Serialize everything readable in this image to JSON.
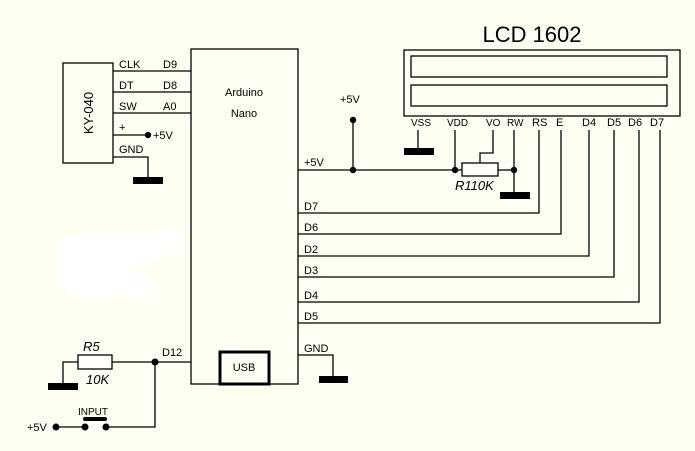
{
  "diagram": {
    "type": "electrical-schematic",
    "background": "#fffff4"
  },
  "encoder": {
    "name": "KY-040",
    "pins": [
      {
        "label": "CLK",
        "arduino": "D9"
      },
      {
        "label": "DT",
        "arduino": "D8"
      },
      {
        "label": "SW",
        "arduino": "A0"
      },
      {
        "label": "+",
        "arduino": "+5V"
      },
      {
        "label": "GND",
        "arduino": ""
      }
    ]
  },
  "arduino": {
    "line1": "Arduino",
    "line2": "Nano",
    "usb_label": "USB",
    "pin_5v": "+5V",
    "pin_gnd": "GND",
    "pin_d12": "D12",
    "lcd_pins": [
      "D7",
      "D6",
      "D2",
      "D3",
      "D4",
      "D5"
    ]
  },
  "supply": {
    "label": "+5V"
  },
  "lcd": {
    "title": "LCD 1602",
    "pins": [
      "VSS",
      "VDD",
      "VO",
      "RW",
      "RS",
      "E",
      "D4",
      "D5",
      "D6",
      "D7"
    ]
  },
  "potentiometer": {
    "label": "R110K"
  },
  "pulldown": {
    "name": "R5",
    "value": "10K"
  },
  "button": {
    "label": "INPUT",
    "supply": "+5V"
  }
}
